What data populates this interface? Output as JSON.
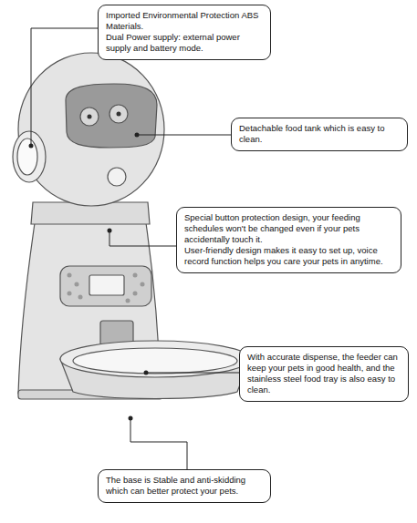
{
  "diagram": {
    "nodes": [
      {
        "text": [
          "Imported Environmental Protection ABS Materials.",
          "Dual Power supply: external power supply and battery mode."
        ]
      },
      {
        "text": [
          "Detachable food tank which is easy to clean."
        ]
      },
      {
        "text": [
          "Special button protection design, your feeding schedules won't be changed even if your pets accidentally touch it.",
          "User-friendly design makes it easy to set up, voice record function helps you care your pets in anytime."
        ]
      },
      {
        "text": [
          "With accurate dispense, the feeder can keep your pets in good health, and the stainless steel food tray is also easy to clean."
        ]
      },
      {
        "text": [
          "The base is Stable and anti-skidding which can better protect your pets."
        ]
      }
    ]
  }
}
